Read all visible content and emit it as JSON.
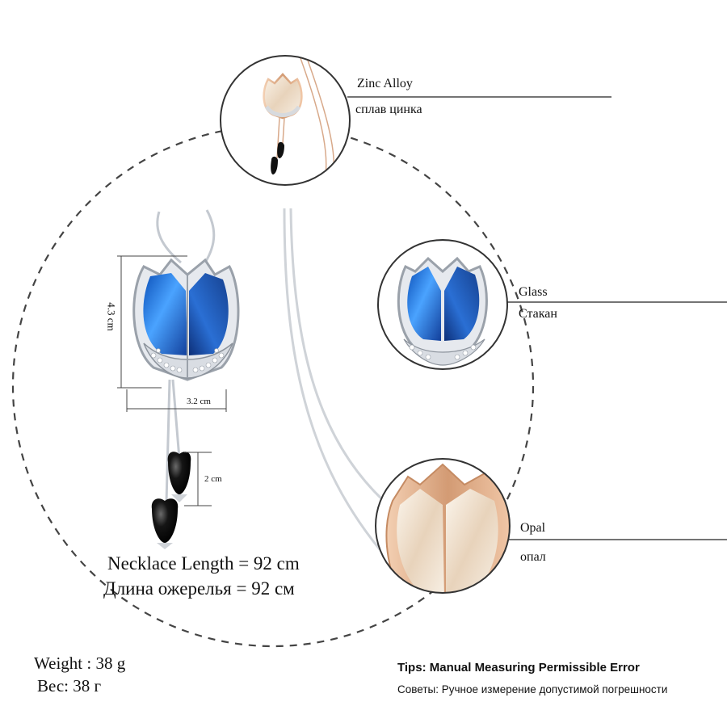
{
  "materials": [
    {
      "name": "Zinc Alloy",
      "name_ru": "сплав цинка"
    },
    {
      "name": "Glass",
      "name_ru": "Стакан"
    },
    {
      "name": "Opal",
      "name_ru": "опал"
    }
  ],
  "dimensions": {
    "height": "4.3 cm",
    "width": "3.2 cm",
    "drop": "2 cm"
  },
  "necklace": {
    "length_en": "Necklace Length = 92 cm",
    "length_ru": "Длина ожерелья = 92 см"
  },
  "weight": {
    "en": "Weight : 38 g",
    "ru": "Вес: 38 г"
  },
  "tips": {
    "en": "Tips: Manual Measuring Permissible Error",
    "ru": "Советы: Ручное измерение допустимой погрешности"
  },
  "colors": {
    "crystal_blue": "#1f6fd1",
    "crystal_dark": "#153a8c",
    "metal_silver": "#c9ced6",
    "rose_gold": "#e3b08c",
    "opal": "#f1e2cf",
    "black_bead": "#111111"
  }
}
